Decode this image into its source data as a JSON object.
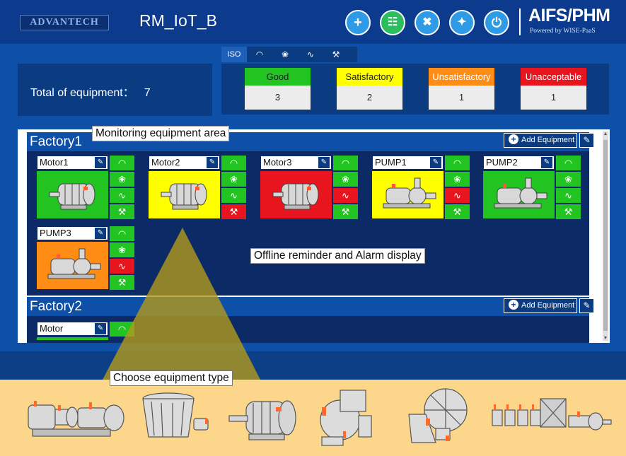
{
  "header": {
    "logo": "ADVANTECH",
    "title": "RM_IoT_B",
    "buttons": [
      {
        "label": "+",
        "icon": "add-icon"
      },
      {
        "label": "☷",
        "icon": "device-card-icon"
      },
      {
        "label": "✖",
        "icon": "tools-icon"
      },
      {
        "label": "✦",
        "icon": "collapse-icon"
      },
      {
        "label": "⏻",
        "icon": "power-icon"
      }
    ],
    "brand": "AIFS/PHM",
    "brand_sub": "Powered by WISE-PaaS"
  },
  "filters": [
    {
      "label": "ISO",
      "icon": "iso-icon"
    },
    {
      "label": "◠",
      "icon": "wifi-icon"
    },
    {
      "label": "❀",
      "icon": "virus-icon"
    },
    {
      "label": "∿",
      "icon": "waveform-icon"
    },
    {
      "label": "⚒",
      "icon": "temperature-icon"
    }
  ],
  "total": {
    "label": "Total of equipment：",
    "value": "7"
  },
  "status": [
    {
      "label": "Good",
      "value": "3",
      "color": "#22c421",
      "text_color": "#222222"
    },
    {
      "label": "Satisfactory",
      "value": "2",
      "color": "#ffff00",
      "text_color": "#222222"
    },
    {
      "label": "Unsatisfactory",
      "value": "1",
      "color": "#ff8c14",
      "text_color": "#ffffff"
    },
    {
      "label": "Unacceptable",
      "value": "1",
      "color": "#e8141e",
      "text_color": "#ffffff"
    }
  ],
  "colors": {
    "good": "#22c421",
    "satisfactory": "#ffff00",
    "unsatisfactory": "#ff8c14",
    "unacceptable": "#e8141e"
  },
  "factories": [
    {
      "name": "Factory1",
      "add_label": "Add Equipment"
    },
    {
      "name": "Factory2",
      "add_label": "Add Equipment"
    }
  ],
  "equipment": [
    {
      "name": "Motor1",
      "type": "motor",
      "status": "good",
      "indicators": [
        "good",
        "good",
        "good",
        "good"
      ]
    },
    {
      "name": "Motor2",
      "type": "motor",
      "status": "satisfactory",
      "indicators": [
        "good",
        "good",
        "good",
        "unacceptable"
      ]
    },
    {
      "name": "Motor3",
      "type": "motor",
      "status": "unacceptable",
      "indicators": [
        "good",
        "good",
        "unacceptable",
        "good"
      ]
    },
    {
      "name": "PUMP1",
      "type": "pump",
      "status": "satisfactory",
      "indicators": [
        "good",
        "good",
        "unacceptable",
        "good"
      ]
    },
    {
      "name": "PUMP2",
      "type": "pump",
      "status": "good",
      "indicators": [
        "good",
        "good",
        "good",
        "good"
      ]
    },
    {
      "name": "PUMP3",
      "type": "pump",
      "status": "unsatisfactory",
      "indicators": [
        "good",
        "good",
        "unacceptable",
        "good"
      ]
    },
    {
      "name": "Motor",
      "type": "motor",
      "status": "good",
      "indicators": [
        "good"
      ]
    }
  ],
  "indicator_icons": [
    "wifi-icon",
    "virus-icon",
    "waveform-icon",
    "temperature-icon"
  ],
  "indicator_glyphs": [
    "◠",
    "❀",
    "∿",
    "⚒"
  ],
  "annotations": {
    "monitoring": "Monitoring equipment area",
    "offline": "Offline reminder and Alarm display",
    "choose": "Choose equipment type"
  },
  "equipment_types": [
    {
      "icon": "pump-assembly-icon"
    },
    {
      "icon": "cooling-fan-icon"
    },
    {
      "icon": "motor-icon"
    },
    {
      "icon": "centrifugal-blower-icon"
    },
    {
      "icon": "industrial-fan-icon"
    },
    {
      "icon": "pump-line-icon"
    }
  ]
}
